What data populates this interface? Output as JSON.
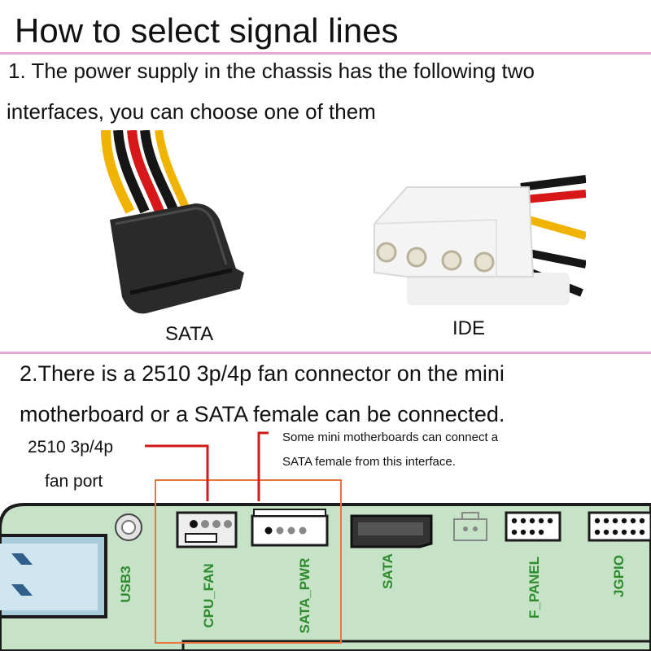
{
  "title": "How to select signal lines",
  "section1": {
    "line1": "1. The power supply in the chassis has the following two",
    "line2": "interfaces, you can choose one of them",
    "sata_caption": "SATA",
    "ide_caption": "IDE"
  },
  "section2": {
    "line1": "2.There is a 2510 3p/4p fan connector on the mini",
    "line2": "motherboard or a SATA female can be connected.",
    "fan_label_line1": "2510 3p/4p",
    "fan_label_line2": "fan port",
    "note_line1": "Some mini motherboards can connect a",
    "note_line2": "SATA female from this interface."
  },
  "board": {
    "labels": {
      "usb3": "USB3",
      "cpu_fan": "CPU_FAN",
      "sata_pwr": "SATA_PWR",
      "sata": "SATA",
      "f_panel": "F_PANEL",
      "jgpio": "JGPIO"
    },
    "pcb_color": "#c7e3c7",
    "silk_color": "#2e8b2e"
  },
  "colors": {
    "divider": "#e9a9d6",
    "callout": "#d21a1a",
    "highlight_box": "#e8763c",
    "wire_red": "#d81818",
    "wire_yellow": "#f0b400",
    "wire_black": "#161616"
  }
}
